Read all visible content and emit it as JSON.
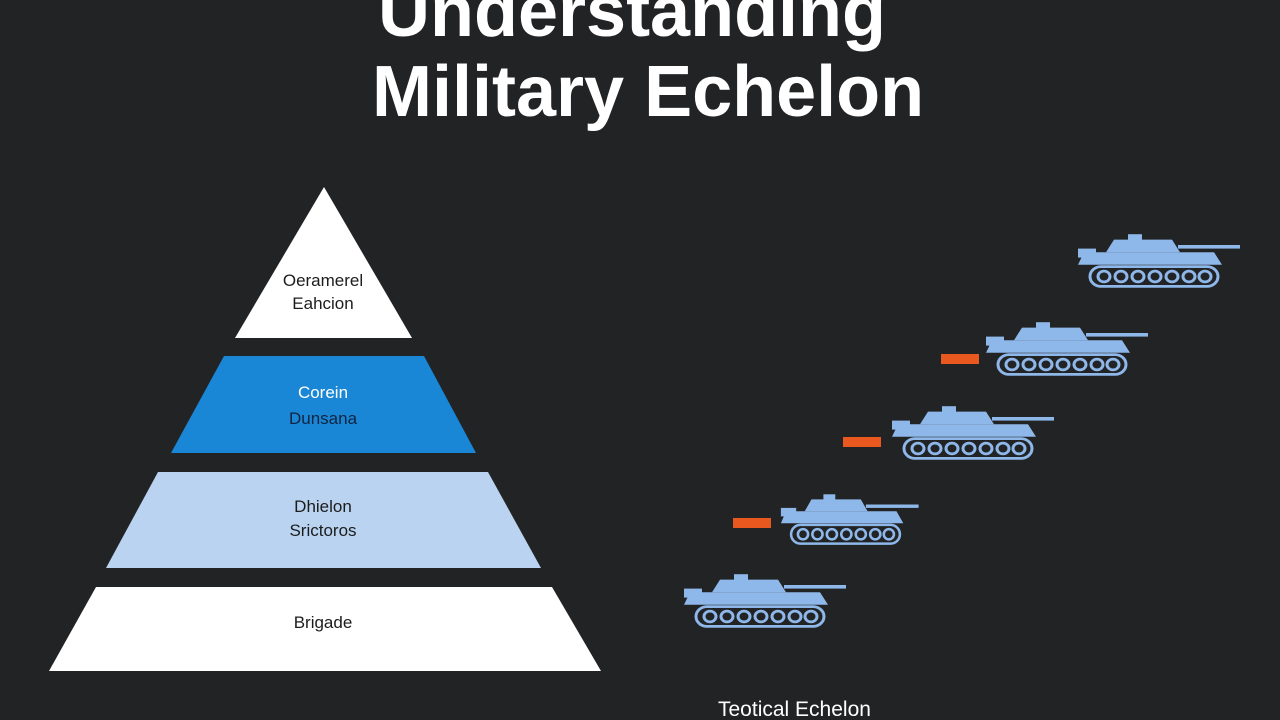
{
  "title": {
    "line1": "Understanding",
    "line2": "Military Echelon"
  },
  "pyramid": {
    "tiers": [
      {
        "line1": "Oeramerel",
        "line2": "Eahcion",
        "fill": "#ffffff"
      },
      {
        "line1": "Corein",
        "line2": "Dunsana",
        "fill": "#1a87d6"
      },
      {
        "line1": "Dhielon",
        "line2": "Srictoros",
        "fill": "#b9d3f0"
      },
      {
        "line1": "Brigade",
        "line2": "",
        "fill": "#ffffff"
      }
    ]
  },
  "tanks": {
    "color": "#8fb8ea",
    "marker_color": "#e8581f",
    "count": 5
  },
  "caption": "Teotical Echelon"
}
